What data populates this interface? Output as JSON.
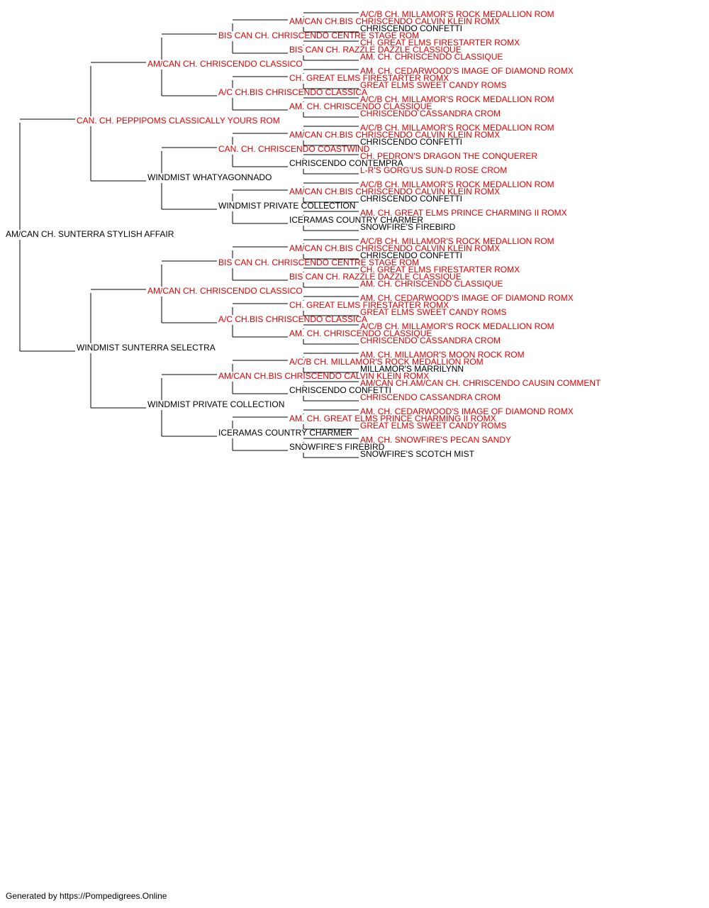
{
  "colors": {
    "champion": "#e00000",
    "regular": "#000000",
    "line": "#000000"
  },
  "pedigree": {
    "name": "AM/CAN CH. SUNTERRA STYLISH AFFAIR",
    "champion": false,
    "sire": {
      "name": "CAN. CH. PEPPIPOMS CLASSICALLY YOURS ROM",
      "champion": true,
      "sire": {
        "name": "AM/CAN CH. CHRISCENDO CLASSICO",
        "champion": true,
        "sire": {
          "name": "BIS CAN CH. CHRISCENDO CENTRE STAGE ROM",
          "champion": true,
          "sire": {
            "name": "AM/CAN CH.BIS CHRISCENDO CALVIN KLEIN ROMX",
            "champion": true,
            "sire": {
              "name": "A/C/B CH. MILLAMOR'S ROCK MEDALLION ROM",
              "champion": true
            },
            "dam": {
              "name": "CHRISCENDO CONFETTI",
              "champion": false
            }
          },
          "dam": {
            "name": "BIS CAN CH. RAZZLE DAZZLE CLASSIQUE",
            "champion": true,
            "sire": {
              "name": "CH. GREAT ELMS FIRESTARTER ROMX",
              "champion": true
            },
            "dam": {
              "name": "AM. CH. CHRISCENDO CLASSIQUE",
              "champion": true
            }
          }
        },
        "dam": {
          "name": "A/C CH.BIS CHRISCENDO CLASSICA",
          "champion": true,
          "sire": {
            "name": "CH. GREAT ELMS FIRESTARTER ROMX",
            "champion": true,
            "sire": {
              "name": "AM. CH. CEDARWOOD'S IMAGE OF DIAMOND ROMX",
              "champion": true
            },
            "dam": {
              "name": "GREAT ELMS SWEET CANDY ROMS",
              "champion": true
            }
          },
          "dam": {
            "name": "AM. CH. CHRISCENDO CLASSIQUE",
            "champion": true,
            "sire": {
              "name": "A/C/B CH. MILLAMOR'S ROCK MEDALLION ROM",
              "champion": true
            },
            "dam": {
              "name": "CHRISCENDO CASSANDRA CROM",
              "champion": true
            }
          }
        }
      },
      "dam": {
        "name": "WINDMIST WHATYAGONNADO",
        "champion": false,
        "sire": {
          "name": "CAN. CH. CHRISCENDO COASTWIND",
          "champion": true,
          "sire": {
            "name": "AM/CAN CH.BIS CHRISCENDO CALVIN KLEIN ROMX",
            "champion": true,
            "sire": {
              "name": "A/C/B CH. MILLAMOR'S ROCK MEDALLION ROM",
              "champion": true
            },
            "dam": {
              "name": "CHRISCENDO CONFETTI",
              "champion": false
            }
          },
          "dam": {
            "name": "CHRISCENDO CONTEMPRA",
            "champion": false,
            "sire": {
              "name": "CH. PEDRON'S DRAGON THE CONQUERER",
              "champion": true
            },
            "dam": {
              "name": "L-R'S GORG'US SUN-D ROSE CROM",
              "champion": true
            }
          }
        },
        "dam": {
          "name": "WINDMIST PRIVATE COLLECTION",
          "champion": false,
          "sire": {
            "name": "AM/CAN CH.BIS CHRISCENDO CALVIN KLEIN ROMX",
            "champion": true,
            "sire": {
              "name": "A/C/B CH. MILLAMOR'S ROCK MEDALLION ROM",
              "champion": true
            },
            "dam": {
              "name": "CHRISCENDO CONFETTI",
              "champion": false
            }
          },
          "dam": {
            "name": "ICERAMAS COUNTRY CHARMER",
            "champion": false,
            "sire": {
              "name": "AM. CH. GREAT ELMS PRINCE CHARMING II ROMX",
              "champion": true
            },
            "dam": {
              "name": "SNOWFIRE'S FIREBIRD",
              "champion": false
            }
          }
        }
      }
    },
    "dam": {
      "name": "WINDMIST SUNTERRA SELECTRA",
      "champion": false,
      "sire": {
        "name": "AM/CAN CH. CHRISCENDO CLASSICO",
        "champion": true,
        "sire": {
          "name": "BIS CAN CH. CHRISCENDO CENTRE STAGE ROM",
          "champion": true,
          "sire": {
            "name": "AM/CAN CH.BIS CHRISCENDO CALVIN KLEIN ROMX",
            "champion": true,
            "sire": {
              "name": "A/C/B CH. MILLAMOR'S ROCK MEDALLION ROM",
              "champion": true
            },
            "dam": {
              "name": "CHRISCENDO CONFETTI",
              "champion": false
            }
          },
          "dam": {
            "name": "BIS CAN CH. RAZZLE DAZZLE CLASSIQUE",
            "champion": true,
            "sire": {
              "name": "CH. GREAT ELMS FIRESTARTER ROMX",
              "champion": true
            },
            "dam": {
              "name": "AM. CH. CHRISCENDO CLASSIQUE",
              "champion": true
            }
          }
        },
        "dam": {
          "name": "A/C CH.BIS CHRISCENDO CLASSICA",
          "champion": true,
          "sire": {
            "name": "CH. GREAT ELMS FIRESTARTER ROMX",
            "champion": true,
            "sire": {
              "name": "AM. CH. CEDARWOOD'S IMAGE OF DIAMOND ROMX",
              "champion": true
            },
            "dam": {
              "name": "GREAT ELMS SWEET CANDY ROMS",
              "champion": true
            }
          },
          "dam": {
            "name": "AM. CH. CHRISCENDO CLASSIQUE",
            "champion": true,
            "sire": {
              "name": "A/C/B CH. MILLAMOR'S ROCK MEDALLION ROM",
              "champion": true
            },
            "dam": {
              "name": "CHRISCENDO CASSANDRA CROM",
              "champion": true
            }
          }
        }
      },
      "dam": {
        "name": "WINDMIST PRIVATE COLLECTION",
        "champion": false,
        "sire": {
          "name": "AM/CAN CH.BIS CHRISCENDO CALVIN KLEIN ROMX",
          "champion": true,
          "sire": {
            "name": "A/C/B CH. MILLAMOR'S ROCK MEDALLION ROM",
            "champion": true,
            "sire": {
              "name": "AM. CH. MILLAMOR'S MOON ROCK ROM",
              "champion": true
            },
            "dam": {
              "name": "MILLAMOR'S MARRILYNN",
              "champion": false
            }
          },
          "dam": {
            "name": "CHRISCENDO CONFETTI",
            "champion": false,
            "sire": {
              "name": "AM/CAN CH.AM/CAN CH. CHRISCENDO CAUSIN COMMENT",
              "champion": true
            },
            "dam": {
              "name": "CHRISCENDO CASSANDRA CROM",
              "champion": true
            }
          }
        },
        "dam": {
          "name": "ICERAMAS COUNTRY CHARMER",
          "champion": false,
          "sire": {
            "name": "AM. CH. GREAT ELMS PRINCE CHARMING II ROMX",
            "champion": true,
            "sire": {
              "name": "AM. CH. CEDARWOOD'S IMAGE OF DIAMOND ROMX",
              "champion": true
            },
            "dam": {
              "name": "GREAT ELMS SWEET CANDY ROMS",
              "champion": true
            }
          },
          "dam": {
            "name": "SNOWFIRE'S FIREBIRD",
            "champion": false,
            "sire": {
              "name": "AM. CH. SNOWFIRE'S PECAN SANDY",
              "champion": true
            },
            "dam": {
              "name": "SNOWFIRE'S SCOTCH MIST",
              "champion": false
            }
          }
        }
      }
    }
  },
  "footer": {
    "text": "Generated by https://Pompedigrees.Online"
  }
}
